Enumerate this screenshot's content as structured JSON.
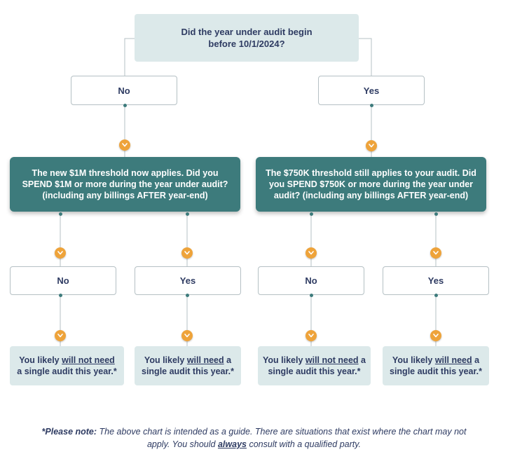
{
  "question": {
    "line1": "Did the year under audit begin",
    "line2": "before 10/1/2024?"
  },
  "branches": {
    "left": {
      "answer": "No",
      "decision": {
        "line1": "The new $1M threshold now applies. Did you",
        "line2": "SPEND $1M or more during the year under audit?",
        "line3": "(including any billings AFTER year-end)"
      },
      "outcomes": [
        {
          "answer": "No",
          "pre": "You likely ",
          "emph": "will not need",
          "line2": "a single audit this year.*"
        },
        {
          "answer": "Yes",
          "pre": "You likely ",
          "emph": "will need",
          "post": " a",
          "line2": "single audit this year.*"
        }
      ]
    },
    "right": {
      "answer": "Yes",
      "decision": {
        "line1": "The $750K threshold still applies to your audit. Did",
        "line2": "you SPEND $750K or more during the year under",
        "line3": "audit? (including any billings AFTER year-end)"
      },
      "outcomes": [
        {
          "answer": "No",
          "pre": "You likely ",
          "emph": "will not need",
          "post": " a",
          "line2": "single audit this year.*"
        },
        {
          "answer": "Yes",
          "pre": "You likely ",
          "emph": "will need",
          "post": " a",
          "line2": "single audit this year.*"
        }
      ]
    }
  },
  "note": {
    "lead": "*Please note:",
    "text1": " The above chart is intended as a guide. There are situations that exist where the chart may not",
    "text2": "apply. You should ",
    "always": "always",
    "text3": " consult with a qualified party."
  },
  "colors": {
    "teal": "#3d7b7c",
    "light_teal": "#dce9ea",
    "navy": "#2e3b62",
    "orange": "#eea33a"
  },
  "icons": [
    "chevron-down-icon"
  ]
}
